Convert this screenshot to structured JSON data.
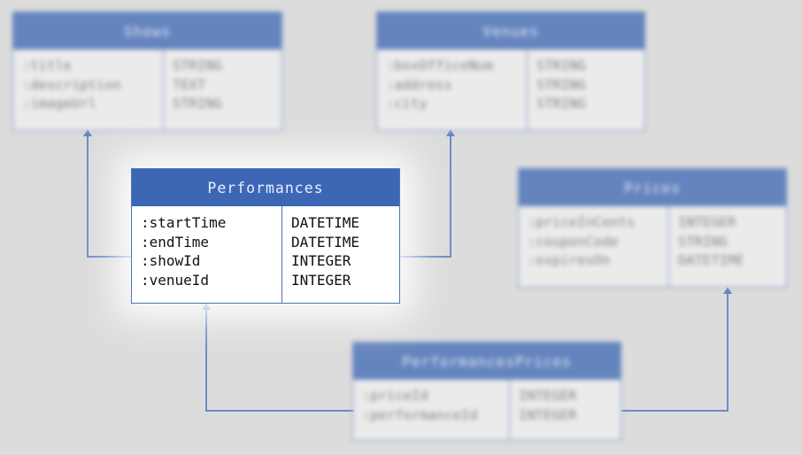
{
  "diagram": {
    "tables": [
      {
        "key": "shows",
        "title": "Shows",
        "fields": [
          {
            "name": ":title",
            "type": "STRING"
          },
          {
            "name": ":description",
            "type": "TEXT"
          },
          {
            "name": ":imageUrl",
            "type": "STRING"
          }
        ]
      },
      {
        "key": "venues",
        "title": "Venues",
        "fields": [
          {
            "name": ":boxOfficeNum",
            "type": "STRING"
          },
          {
            "name": ":address",
            "type": "STRING"
          },
          {
            "name": ":city",
            "type": "STRING"
          }
        ]
      },
      {
        "key": "performances",
        "title": "Performances",
        "fields": [
          {
            "name": ":startTime",
            "type": "DATETIME"
          },
          {
            "name": ":endTime",
            "type": "DATETIME"
          },
          {
            "name": ":showId",
            "type": "INTEGER"
          },
          {
            "name": ":venueId",
            "type": "INTEGER"
          }
        ]
      },
      {
        "key": "prices",
        "title": "Prices",
        "fields": [
          {
            "name": ":priceInCents",
            "type": "INTEGER"
          },
          {
            "name": ":couponCode",
            "type": "STRING"
          },
          {
            "name": ":expiresOn",
            "type": "DATETIME"
          }
        ]
      },
      {
        "key": "performancesprices",
        "title": "PerformancesPrices",
        "fields": [
          {
            "name": ":priceId",
            "type": "INTEGER"
          },
          {
            "name": ":performanceId",
            "type": "INTEGER"
          }
        ]
      }
    ],
    "relations": [
      {
        "from": "performances",
        "to": "shows"
      },
      {
        "from": "performances",
        "to": "venues"
      },
      {
        "from": "performancesprices",
        "to": "performances"
      },
      {
        "from": "performancesprices",
        "to": "prices"
      }
    ],
    "colors": {
      "background": "#dcdcdc",
      "header": "#3d67b5",
      "border": "#4f74b8",
      "connector": "#5b7cc0",
      "focus_body": "#ffffff"
    }
  }
}
